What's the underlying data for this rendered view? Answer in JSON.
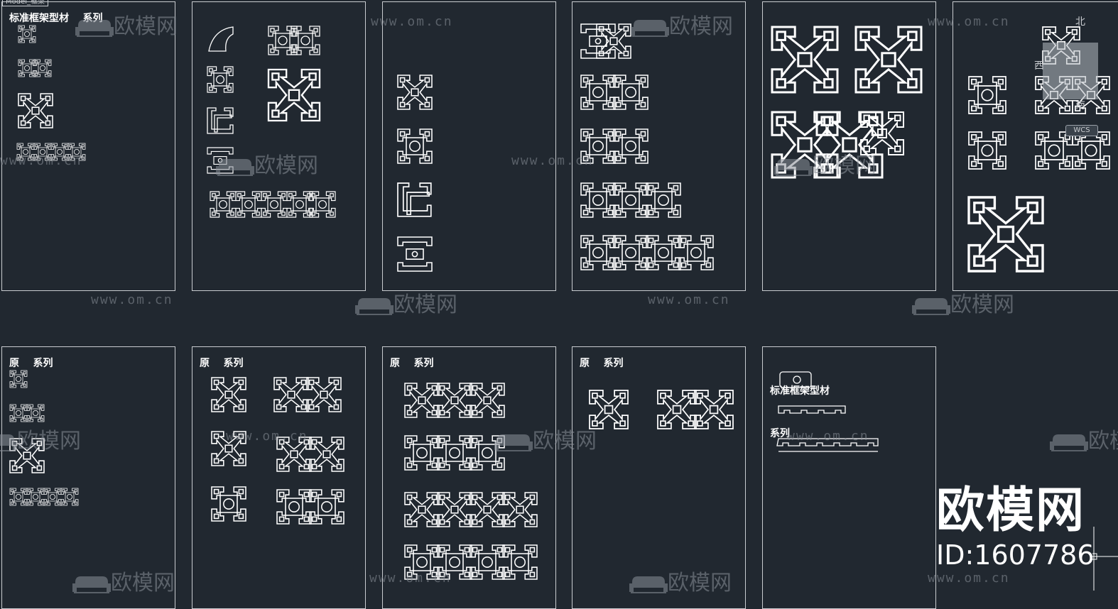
{
  "tab": {
    "label": "Model_框架"
  },
  "sheets": [
    {
      "title": "标准框架型材    系列"
    },
    {
      "title": ""
    },
    {
      "title": ""
    },
    {
      "title": ""
    },
    {
      "title": ""
    },
    {
      "title": ""
    },
    {
      "title": "原    系列"
    },
    {
      "title": "原    系列"
    },
    {
      "title": "原    系列"
    },
    {
      "title": "原    系列"
    },
    {
      "title_line1": "标准框架型材",
      "title_line2": "系列"
    }
  ],
  "watermark": {
    "url": "www.om.cn",
    "logo_text": "欧模网"
  },
  "brand": {
    "name": "欧模网",
    "id": "ID:1607786"
  },
  "viewcube": {
    "north": "北",
    "west": "西",
    "south": "南",
    "wcs": "WCS"
  },
  "colors": {
    "background": "#212830",
    "line": "#ffffff",
    "frame": "#c9ccd0",
    "watermark": "#8a9099"
  }
}
